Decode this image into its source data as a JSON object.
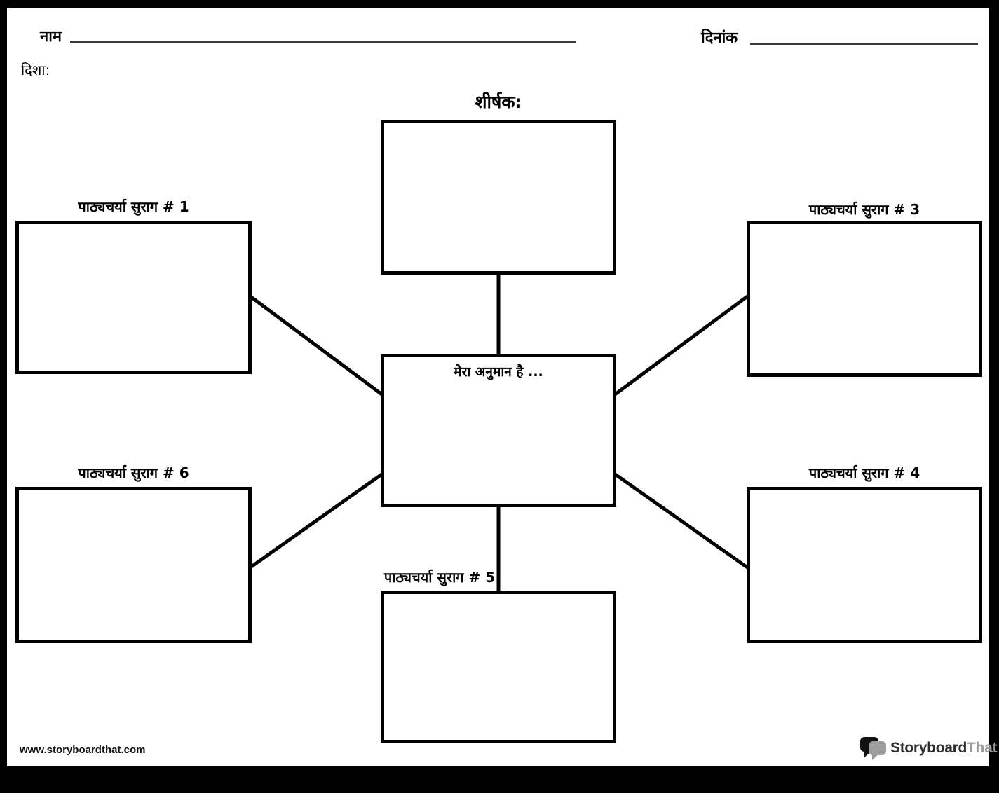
{
  "header": {
    "name_label": "नाम",
    "date_label": "दिनांक",
    "directions_label": "दिशा:",
    "title_label": "शीर्षक:"
  },
  "diagram": {
    "center_box_text": "मेरा अनुमान है ...",
    "clue_labels": [
      {
        "label": "पाठ्यचर्या सुराग # 1",
        "position": "left-top"
      },
      {
        "label": "पाठ्यचर्या सुराग # 3",
        "position": "right-top"
      },
      {
        "label": "पाठ्यचर्या सुराग # 6",
        "position": "left-bottom"
      },
      {
        "label": "पाठ्यचर्या सुराग # 4",
        "position": "right-bottom"
      },
      {
        "label": "पाठ्यचर्या सुराग # 5",
        "position": "bottom-center"
      }
    ]
  },
  "footer": {
    "website": "www.storyboardthat.com",
    "logo_text_primary": "Storyboard",
    "logo_text_secondary": "That"
  },
  "colors": {
    "line": "#000000",
    "page_background": "#ffffff",
    "frame_background": "#000000",
    "logo_primary_text": "#2d2d2d",
    "logo_secondary_text": "#9c9c9c",
    "logo_bubble_dark": "#111111",
    "logo_bubble_light": "#9e9e9e"
  }
}
